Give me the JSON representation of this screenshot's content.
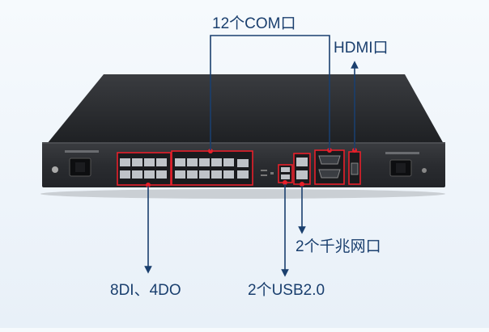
{
  "labels": {
    "com": "12个COM口",
    "hdmi": "HDMI口",
    "gigabit": "2个千兆网口",
    "usb": "2个USB2.0",
    "dido": "8DI、4DO"
  },
  "colors": {
    "accent": "#1a3f6e",
    "highlight_box": "#e8202a",
    "chassis": "#2b2d30"
  }
}
